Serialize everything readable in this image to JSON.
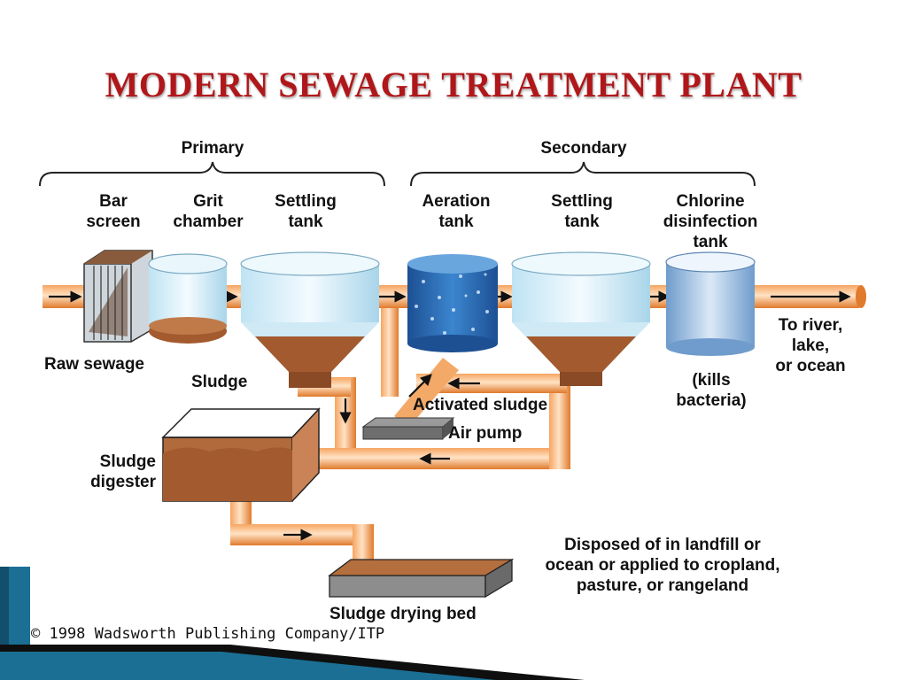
{
  "title": "MODERN SEWAGE TREATMENT PLANT",
  "sections": {
    "primary": "Primary",
    "secondary": "Secondary"
  },
  "stages": {
    "bar_screen": [
      "Bar",
      "screen"
    ],
    "grit_chamber": [
      "Grit",
      "chamber"
    ],
    "settling_tank_1": [
      "Settling",
      "tank"
    ],
    "aeration_tank": [
      "Aeration",
      "tank"
    ],
    "settling_tank_2": [
      "Settling",
      "tank"
    ],
    "chlorine_tank": [
      "Chlorine",
      "disinfection",
      "tank"
    ]
  },
  "labels": {
    "raw_sewage": "Raw sewage",
    "sludge": "Sludge",
    "activated_sludge": "Activated sludge",
    "air_pump": "Air pump",
    "sludge_digester": [
      "Sludge",
      "digester"
    ],
    "sludge_drying_bed": "Sludge drying bed",
    "to_river": [
      "To river,",
      "lake,",
      "or ocean"
    ],
    "kills_bacteria": [
      "(kills",
      "bacteria)"
    ],
    "disposed": [
      "Disposed of in landfill or",
      "ocean or applied to cropland,",
      "pasture, or rangeland"
    ]
  },
  "copyright": "© 1998 Wadsworth Publishing Company/ITP",
  "colors": {
    "title": "#b0171a",
    "pipe": "#f08a3c",
    "pipe_light": "#ffd2a8",
    "tank": "#d6eef8",
    "aeration_water": "#2f6fb5",
    "chlorine_water": "#9fc0de",
    "sludge": "#a35a2e",
    "slide_accent": "#1b6f95"
  }
}
